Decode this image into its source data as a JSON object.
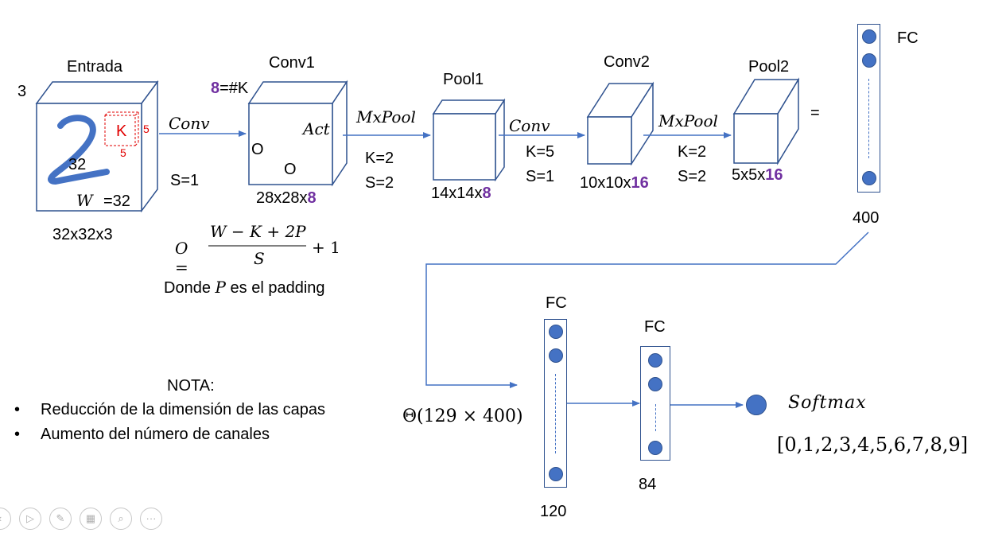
{
  "input": {
    "title": "Entrada",
    "depth": "3",
    "kernel": "K",
    "k_h": "5",
    "k_w": "5",
    "height": "32",
    "width_label": "W",
    "width_value": "=32",
    "size": "32x32x3"
  },
  "conv1_edge": {
    "op": "Conv",
    "s": "S=1"
  },
  "conv1": {
    "title": "Conv1",
    "channels": "8",
    "channels_suffix": "=#K",
    "act": "Act",
    "o1": "O",
    "o2": "O",
    "size_prefix": "28x28x",
    "size_ch": "8"
  },
  "pool1_edge": {
    "op": "MxPool",
    "k": "K=2",
    "s": "S=2"
  },
  "pool1": {
    "title": "Pool1",
    "size_prefix": "14x14x",
    "size_ch": "8"
  },
  "conv2_edge": {
    "op": "Conv",
    "k": "K=5",
    "s": "S=1"
  },
  "conv2": {
    "title": "Conv2",
    "size_prefix": "10x10x",
    "size_ch": "16"
  },
  "pool2_edge": {
    "op": "MxPool",
    "k": "K=2",
    "s": "S=2"
  },
  "pool2": {
    "title": "Pool2",
    "size_prefix": "5x5x",
    "size_ch": "16"
  },
  "equals": "=",
  "fc400": {
    "title": "FC",
    "count": "400"
  },
  "formula": {
    "lhs": "O =",
    "numerator": "W − K + 2P",
    "denominator": "S",
    "tail": "+ 1"
  },
  "padding_note": {
    "prefix": "Donde",
    "var": "P",
    "suffix": "es el padding"
  },
  "note": {
    "title": "NOTA:",
    "items": [
      "Reducción de la dimensión de las capas",
      "Aumento del número de canales"
    ]
  },
  "complexity": "Θ(129 × 400)",
  "fc120": {
    "title": "FC",
    "count": "120"
  },
  "fc84": {
    "title": "FC",
    "count": "84"
  },
  "softmax": {
    "label": "Softmax",
    "classes": "[0,1,2,3,4,5,6,7,8,9]"
  },
  "colors": {
    "arrow": "#4472c4",
    "neuron": "#4472c4",
    "accent": "#7030a0",
    "kernel": "#e00000",
    "stroke": "#2f528f"
  }
}
